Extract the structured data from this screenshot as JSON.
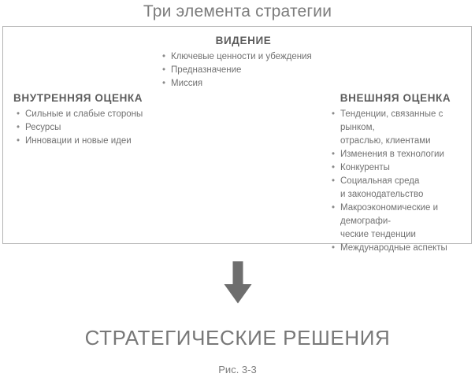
{
  "figure": {
    "title": "Три элемента стратегии",
    "caption": "Рис. 3-3",
    "outcome": "СТРАТЕГИЧЕСКИЕ РЕШЕНИЯ",
    "arrow_icon": "down-arrow-icon",
    "colors": {
      "title_text": "#7c7c7c",
      "heading_text": "#5d5d5d",
      "body_text": "#717171",
      "panel_border": "#b4b4b4",
      "arrow_fill": "#6e6e6e",
      "outcome_text": "#787878",
      "background": "#ffffff"
    }
  },
  "panel": {
    "blocks": [
      {
        "id": "vision",
        "heading": "ВИДЕНИЕ",
        "items": [
          {
            "line1": "Ключевые ценности и убеждения",
            "line2": ""
          },
          {
            "line1": "Предназначение",
            "line2": ""
          },
          {
            "line1": "Миссия",
            "line2": ""
          }
        ]
      },
      {
        "id": "internal-assessment",
        "heading": "ВНУТРЕННЯЯ ОЦЕНКА",
        "items": [
          {
            "line1": "Сильные и слабые стороны",
            "line2": ""
          },
          {
            "line1": "Ресурсы",
            "line2": ""
          },
          {
            "line1": "Инновации и новые идеи",
            "line2": ""
          }
        ]
      },
      {
        "id": "external-assessment",
        "heading": "ВНЕШНЯЯ ОЦЕНКА",
        "items": [
          {
            "line1": "Тенденции, связанные с рынком,",
            "line2": "отраслью, клиентами"
          },
          {
            "line1": "Изменения в технологии",
            "line2": ""
          },
          {
            "line1": "Конкуренты",
            "line2": ""
          },
          {
            "line1": "Социальная среда",
            "line2": "и законодательство"
          },
          {
            "line1": "Макроэкономические и демографи-",
            "line2": "ческие тенденции"
          },
          {
            "line1": "Международные аспекты",
            "line2": ""
          }
        ]
      }
    ],
    "bullet_glyph": "•"
  }
}
